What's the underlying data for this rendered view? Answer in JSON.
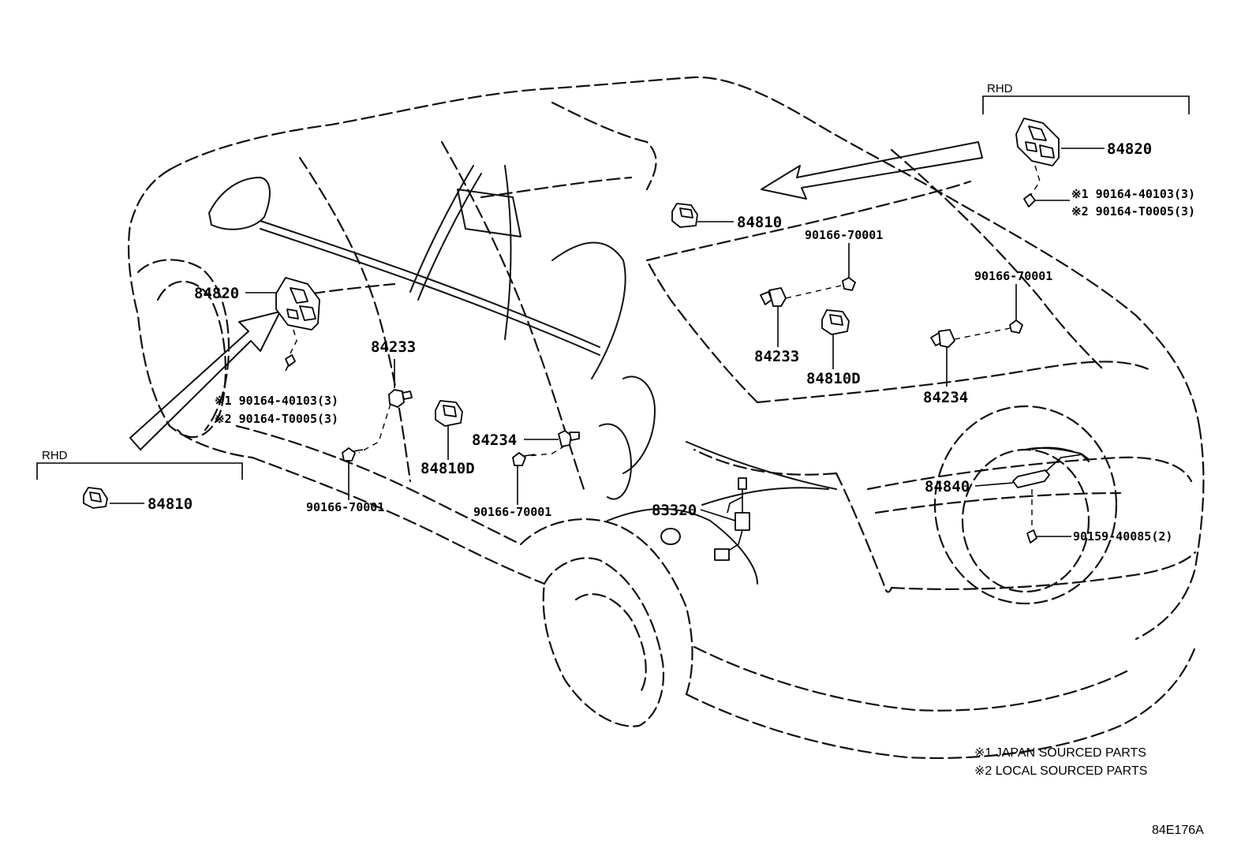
{
  "labels": {
    "p84820_left": "84820",
    "note1_left": "※1 90164-40103(3)",
    "note2_left": "※2 90164-T0005(3)",
    "rhd_left": "RHD",
    "p84810_rhd_left": "84810",
    "p84233_left": "84233",
    "p90166_left": "90166-70001",
    "p84810d_left": "84810D",
    "p84234_left": "84234",
    "p90166_mid": "90166-70001",
    "p84810_top": "84810",
    "p90166_top": "90166-70001",
    "p84233_right": "84233",
    "p84810d_right": "84810D",
    "p90166_right": "90166-70001",
    "p84234_right": "84234",
    "rhd_right": "RHD",
    "p84820_rhd_right": "84820",
    "note1_right": "※1 90164-40103(3)",
    "note2_right": "※2 90164-T0005(3)",
    "p83320": "83320",
    "p84840": "84840",
    "p90159": "90159-40085(2)"
  },
  "legend": {
    "note1": "※1 JAPAN SOURCED PARTS",
    "note2": "※2 LOCAL SOURCED PARTS"
  },
  "figure_id": "84E176A"
}
